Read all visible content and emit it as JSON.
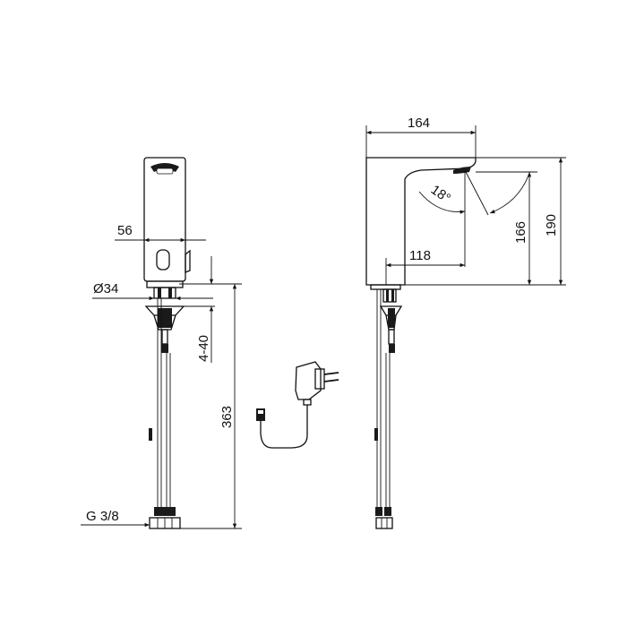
{
  "dimensions": {
    "front_width": "56",
    "front_diameter": "Ø34",
    "front_counter_thickness": "4-40",
    "front_height_total": "363",
    "front_thread": "G 3/8",
    "side_length": "164",
    "side_outlet_reach": "118",
    "side_angle": "18°",
    "side_outlet_height": "166",
    "side_height": "190"
  }
}
